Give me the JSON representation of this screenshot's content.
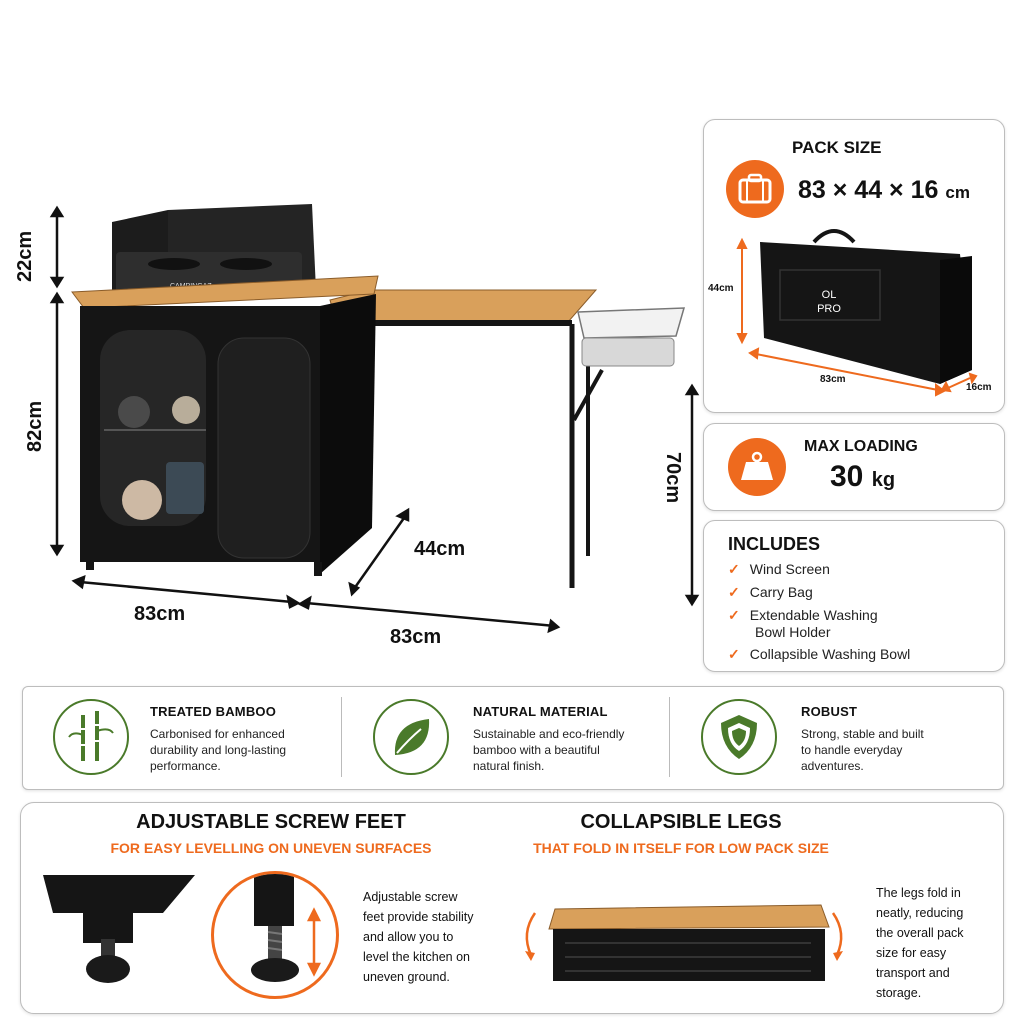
{
  "dimensions": {
    "stove_height": "22cm",
    "cabinet_height": "82cm",
    "depth": "44cm",
    "cabinet_width": "83cm",
    "table_width": "83cm",
    "leg_height": "70cm"
  },
  "stove_brand": "CAMPINGAZ",
  "pack_size": {
    "heading": "PACK SIZE",
    "value": "83 × 44 × 16",
    "unit": "cm",
    "bag_height": "44cm",
    "bag_length": "83cm",
    "bag_depth": "16cm",
    "bag_logo": [
      "OL",
      "PRO"
    ],
    "icon": "suitcase-icon"
  },
  "max_loading": {
    "heading": "MAX LOADING",
    "value": "30",
    "unit": "kg",
    "icon": "weight-icon"
  },
  "includes": {
    "heading": "INCLUDES",
    "items": [
      "Wind Screen",
      "Carry Bag",
      "Extendable Washing",
      "Bowl Holder",
      "Collapsible Washing Bowl"
    ]
  },
  "features": [
    {
      "title": "TREATED BAMBOO",
      "lines": [
        "Carbonised for enhanced",
        "durability and long-lasting",
        "performance."
      ],
      "icon": "bamboo-icon"
    },
    {
      "title": "NATURAL MATERIAL",
      "lines": [
        "Sustainable and eco-friendly",
        "bamboo with a beautiful",
        "natural finish."
      ],
      "icon": "leaf-icon"
    },
    {
      "title": "ROBUST",
      "lines": [
        "Strong, stable and built",
        "to handle everyday",
        "adventures."
      ],
      "icon": "shield-icon"
    }
  ],
  "screw_feet": {
    "title": "ADJUSTABLE SCREW FEET",
    "subtitle": "FOR EASY LEVELLING ON UNEVEN SURFACES",
    "lines": [
      "Adjustable screw",
      "feet provide stability",
      "and allow you to",
      "level the kitchen on",
      "uneven ground."
    ]
  },
  "collapsible_legs": {
    "title": "COLLAPSIBLE LEGS",
    "subtitle": "THAT FOLD IN ITSELF FOR LOW PACK SIZE",
    "lines": [
      "The legs fold in",
      "neatly, reducing",
      "the overall pack",
      "size for easy",
      "transport and",
      "storage."
    ]
  },
  "colors": {
    "accent": "#ee6a1e",
    "green": "#4a7a2a",
    "bamboo": "#d9a05b",
    "black": "#151515"
  }
}
